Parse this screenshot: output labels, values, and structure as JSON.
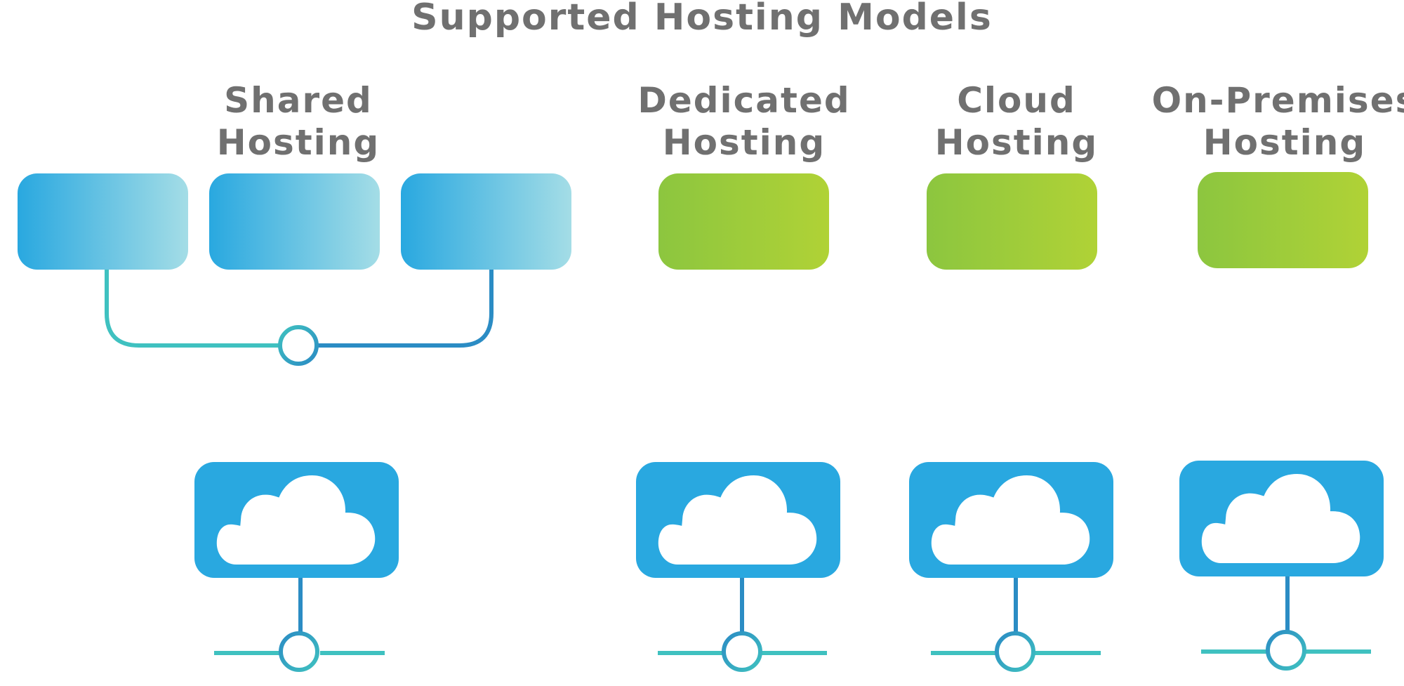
{
  "title": "Supported Hosting Models",
  "columns": [
    {
      "label_line1": "Shared",
      "label_line2": "Hosting"
    },
    {
      "label_line1": "Dedicated",
      "label_line2": "Hosting"
    },
    {
      "label_line1": "Cloud",
      "label_line2": "Hosting"
    },
    {
      "label_line1": "On-Premises",
      "label_line2": "Hosting"
    }
  ],
  "colors": {
    "heading_text": "#707070",
    "shared_box_start": "#29A8E0",
    "shared_box_end": "#A4DDE6",
    "dedicated_box_start": "#8CC63F",
    "dedicated_box_end": "#B0D236",
    "cloud_box": "#29A8E0",
    "cloud_icon": "#FFFFFF",
    "connector_teal": "#3FC1C0",
    "connector_blue": "#2B8CC4"
  },
  "icons": {
    "server_box": "rounded-rectangle",
    "cloud_server": "cloud-icon",
    "network_hub": "hub-circle-icon"
  }
}
